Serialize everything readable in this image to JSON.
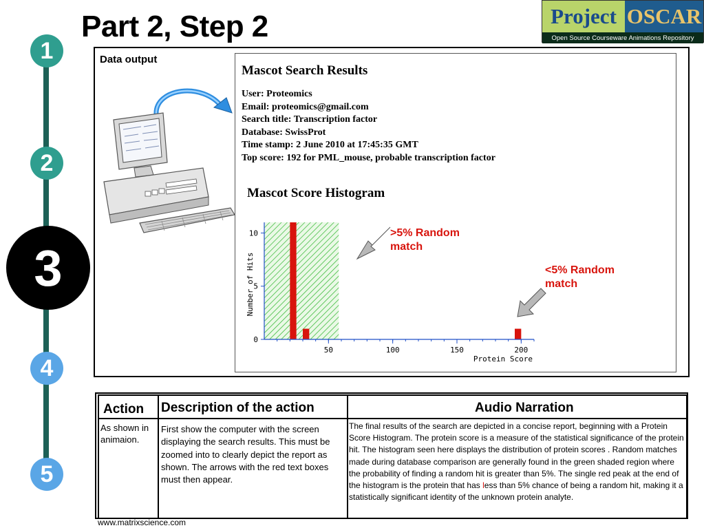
{
  "title": "Part 2, Step 2",
  "logo": {
    "word1": "Project",
    "word2": "OSCAR",
    "tagline": "Open Source Courseware Animations Repository"
  },
  "steps": [
    "1",
    "2",
    "3",
    "4",
    "5"
  ],
  "panel": {
    "label": "Data output"
  },
  "report": {
    "title": "Mascot Search Results",
    "lines": [
      "User: Proteomics",
      "Email: proteomics@gmail.com",
      "Search title: Transcription factor",
      "Database: SwissProt",
      "Time stamp: 2 June 2010 at 17:45:35 GMT",
      "Top score: 192 for PML_mouse, probable transcription factor"
    ],
    "histogram_title": "Mascot Score Histogram"
  },
  "chart_data": {
    "type": "bar",
    "xlabel": "Protein Score",
    "ylabel": "Number of Hits",
    "xlim": [
      0,
      210
    ],
    "ylim": [
      0,
      11
    ],
    "xticks": [
      50,
      100,
      150,
      200
    ],
    "yticks": [
      0,
      5,
      10
    ],
    "bin_width": 5,
    "bars": [
      {
        "x": 20,
        "value": 11
      },
      {
        "x": 30,
        "value": 1
      },
      {
        "x": 195,
        "value": 1
      }
    ],
    "random_region": [
      0,
      58
    ],
    "colors": {
      "bar": "#d8140d",
      "region": "#2db52d",
      "arrow": "#b8b8b8"
    }
  },
  "annotations": {
    "above": ">5% Random\nmatch",
    "below": "<5% Random\nmatch"
  },
  "table": {
    "headers": {
      "action": "Action",
      "description": "Description of the action",
      "audio": "Audio Narration"
    },
    "action_text": "As shown in animaion.",
    "description_text": "First show the computer with the screen displaying the search results. This must be zoomed into to clearly depict the report as shown. The arrows with the red text boxes must then appear.",
    "audio_text_before": "The final results of the search are depicted in a concise report, beginning with a Protein Score Histogram. The protein score is a measure of the statistical significance of the protein hit. The histogram seen here displays the distribution of protein scores . Random matches made during database comparison are generally found in the green shaded region where the probability of finding a random hit is greater than 5%. The single red peak at the end of the histogram is the protein that  has ",
    "audio_text_red": "l",
    "audio_text_after": "ess than 5% chance of being a random hit, making it a statistically significant identity of the unknown protein analyte."
  },
  "footer": "www.matrixscience.com"
}
